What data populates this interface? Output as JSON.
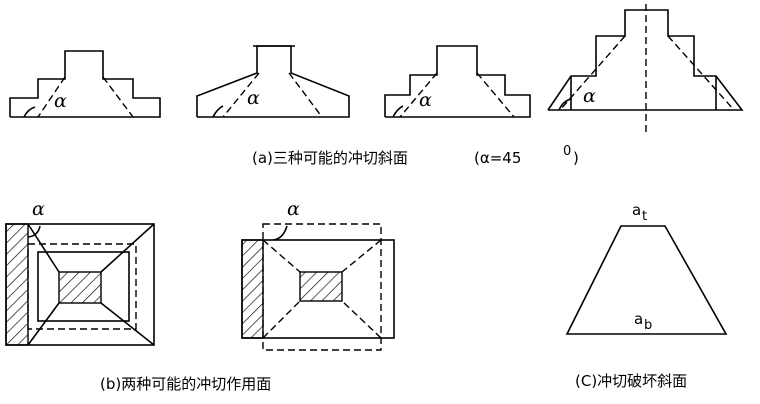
{
  "angle_symbol": "α",
  "panel_a": {
    "caption_prefix": "(a)三种可能的冲切斜面",
    "caption_alpha": "(α=45",
    "caption_exp": "0",
    "caption_suffix": ")"
  },
  "panel_b": {
    "caption": "(b)两种可能的冲切作用面"
  },
  "panel_c": {
    "caption": "(C)冲切破坏斜面",
    "top_width_label": "a",
    "top_width_sub": "t",
    "bottom_width_label": "a",
    "bottom_width_sub": "b"
  }
}
